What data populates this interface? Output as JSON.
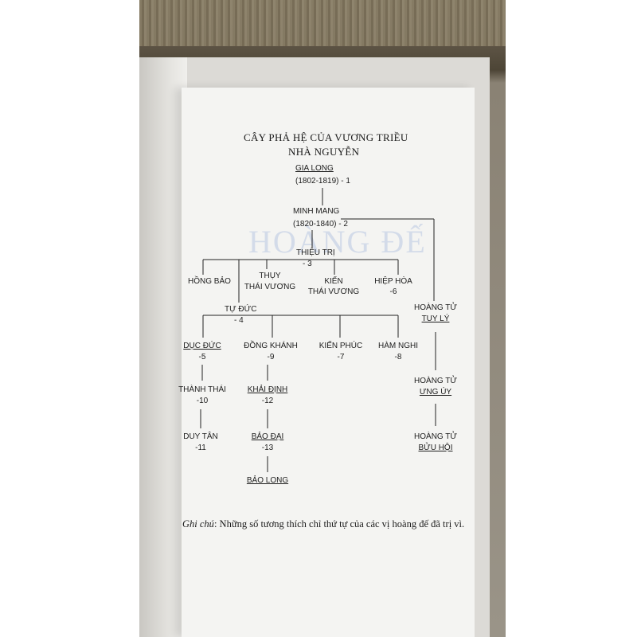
{
  "page": {
    "bleed_text": "HOÀNG ĐẾ",
    "title_line1": "CÂY PHẢ HỆ CỦA VƯƠNG TRIỀU",
    "title_line2": "NHÀ NGUYỄN"
  },
  "tree": {
    "gia_long": {
      "name": "GIA LONG",
      "detail": "(1802-1819)  - 1"
    },
    "minh_mang": {
      "name": "MINH MANG",
      "detail": "(1820-1840)  - 2"
    },
    "thieu_tri": {
      "name": "THIỆU TRỊ",
      "detail": "- 3"
    },
    "hong_bao": {
      "name": "HỒNG BẢO"
    },
    "thuy_thai_vuong": {
      "line1": "THỤY",
      "line2": "THÁI VƯƠNG"
    },
    "kien_thai_vuong": {
      "line1": "KIẾN",
      "line2": "THÁI VƯƠNG"
    },
    "hiep_hoa": {
      "name": "HIỆP HÒA",
      "detail": "-6"
    },
    "tu_duc": {
      "name": "TỰ ĐỨC",
      "detail": "- 4"
    },
    "duc_duc": {
      "name": "DỤC ĐỨC",
      "detail": "-5"
    },
    "dong_khanh": {
      "name": "ĐỒNG KHÁNH",
      "detail": "-9"
    },
    "kien_phuc": {
      "name": "KIẾN PHÚC",
      "detail": "-7"
    },
    "ham_nghi": {
      "name": "HÀM NGHI",
      "detail": "-8"
    },
    "thanh_thai": {
      "name": "THÀNH THÁI",
      "detail": "-10"
    },
    "khai_dinh": {
      "name": "KHẢI ĐỊNH",
      "detail": "-12"
    },
    "duy_tan": {
      "name": "DUY TÂN",
      "detail": "-11"
    },
    "bao_dai": {
      "name": "BẢO ĐẠI",
      "detail": "-13"
    },
    "bao_long": {
      "name": "BẢO LONG"
    },
    "tuy_ly": {
      "line1": "HOÀNG TỬ",
      "line2": "TUY LÝ"
    },
    "ung_uy": {
      "line1": "HOÀNG TỬ",
      "line2": "ƯNG ÚY"
    },
    "buu_hoi": {
      "line1": "HOÀNG TỬ",
      "line2": "BỬU HỘI"
    }
  },
  "note": {
    "label": "Ghi chú",
    "text": ": Những số tương thích chỉ thứ tự của các vị hoàng đế đã trị vì."
  }
}
